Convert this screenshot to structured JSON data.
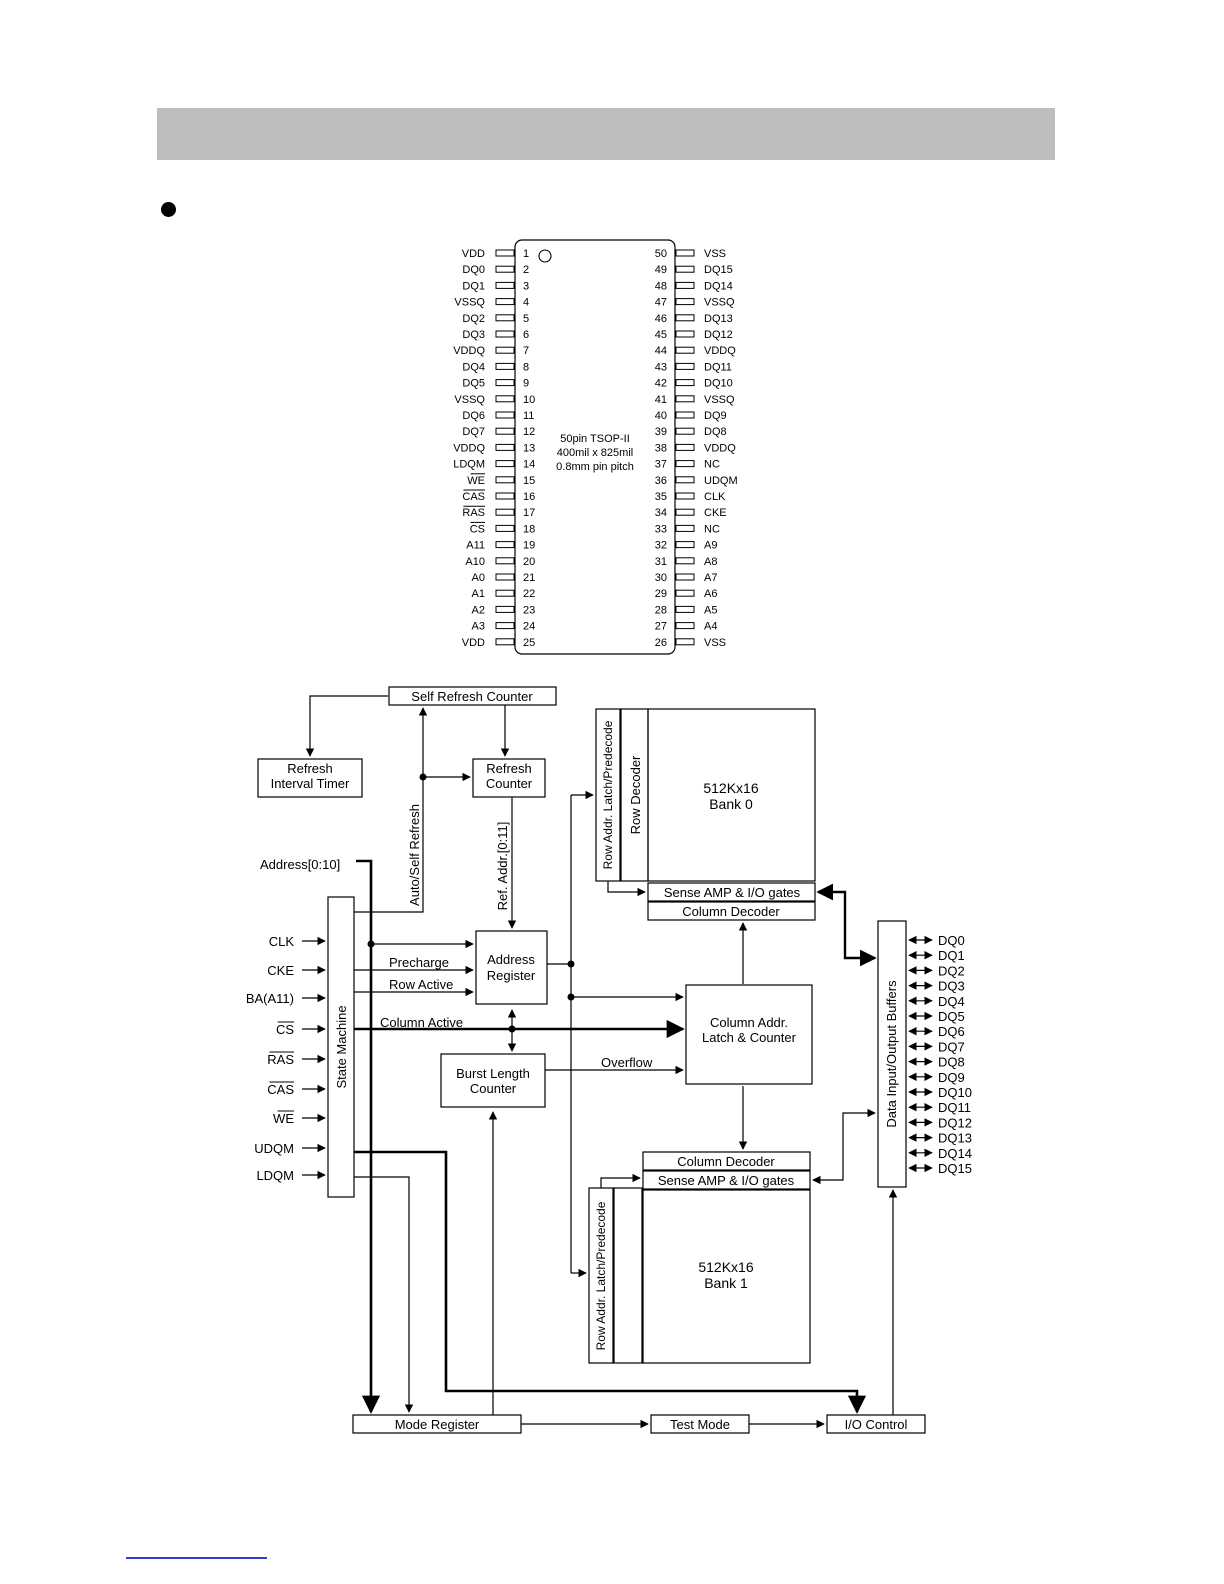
{
  "colors": {
    "header_bar": "#bdbdbd",
    "footer_rule": "#2b3fd6",
    "ink": "#000000"
  },
  "package": {
    "description_lines": [
      "50pin TSOP-II",
      "400mil x 825mil",
      "0.8mm pin pitch"
    ],
    "left_pins": [
      {
        "num": "1",
        "name": "VDD"
      },
      {
        "num": "2",
        "name": "DQ0"
      },
      {
        "num": "3",
        "name": "DQ1"
      },
      {
        "num": "4",
        "name": "VSSQ"
      },
      {
        "num": "5",
        "name": "DQ2"
      },
      {
        "num": "6",
        "name": "DQ3"
      },
      {
        "num": "7",
        "name": "VDDQ"
      },
      {
        "num": "8",
        "name": "DQ4"
      },
      {
        "num": "9",
        "name": "DQ5"
      },
      {
        "num": "10",
        "name": "VSSQ"
      },
      {
        "num": "11",
        "name": "DQ6"
      },
      {
        "num": "12",
        "name": "DQ7"
      },
      {
        "num": "13",
        "name": "VDDQ"
      },
      {
        "num": "14",
        "name": "LDQM"
      },
      {
        "num": "15",
        "name": "WE",
        "overline": true
      },
      {
        "num": "16",
        "name": "CAS",
        "overline": true
      },
      {
        "num": "17",
        "name": "RAS",
        "overline": true
      },
      {
        "num": "18",
        "name": "CS",
        "overline": true
      },
      {
        "num": "19",
        "name": "A11"
      },
      {
        "num": "20",
        "name": "A10"
      },
      {
        "num": "21",
        "name": "A0"
      },
      {
        "num": "22",
        "name": "A1"
      },
      {
        "num": "23",
        "name": "A2"
      },
      {
        "num": "24",
        "name": "A3"
      },
      {
        "num": "25",
        "name": "VDD"
      }
    ],
    "right_pins": [
      {
        "num": "50",
        "name": "VSS"
      },
      {
        "num": "49",
        "name": "DQ15"
      },
      {
        "num": "48",
        "name": "DQ14"
      },
      {
        "num": "47",
        "name": "VSSQ"
      },
      {
        "num": "46",
        "name": "DQ13"
      },
      {
        "num": "45",
        "name": "DQ12"
      },
      {
        "num": "44",
        "name": "VDDQ"
      },
      {
        "num": "43",
        "name": "DQ11"
      },
      {
        "num": "42",
        "name": "DQ10"
      },
      {
        "num": "41",
        "name": "VSSQ"
      },
      {
        "num": "40",
        "name": "DQ9"
      },
      {
        "num": "39",
        "name": "DQ8"
      },
      {
        "num": "38",
        "name": "VDDQ"
      },
      {
        "num": "37",
        "name": "NC"
      },
      {
        "num": "36",
        "name": "UDQM"
      },
      {
        "num": "35",
        "name": "CLK"
      },
      {
        "num": "34",
        "name": "CKE"
      },
      {
        "num": "33",
        "name": "NC"
      },
      {
        "num": "32",
        "name": "A9"
      },
      {
        "num": "31",
        "name": "A8"
      },
      {
        "num": "30",
        "name": "A7"
      },
      {
        "num": "29",
        "name": "A6"
      },
      {
        "num": "28",
        "name": "A5"
      },
      {
        "num": "27",
        "name": "A4"
      },
      {
        "num": "26",
        "name": "VSS"
      }
    ]
  },
  "block_diagram": {
    "blocks": {
      "self_refresh_counter": "Self Refresh Counter",
      "refresh_interval_timer": [
        "Refresh",
        "Interval Timer"
      ],
      "refresh_counter": [
        "Refresh",
        "Counter"
      ],
      "address_register": [
        "Address",
        "Register"
      ],
      "burst_length_counter": [
        "Burst Length",
        "Counter"
      ],
      "column_addr_latch": [
        "Column Addr.",
        "Latch & Counter"
      ],
      "state_machine": "State Machine",
      "data_io_buffers": "Data Input/Output Buffers",
      "mode_register": "Mode Register",
      "test_mode": "Test Mode",
      "io_control": "I/O Control",
      "bank0_row_latch": "Row Addr. Latch/Predecode",
      "bank0_row_decoder": "Row Decoder",
      "bank0_array": [
        "512Kx16",
        "Bank 0"
      ],
      "bank0_sense_amp": "Sense AMP & I/O gates",
      "bank0_column_decoder": "Column Decoder",
      "bank1_column_decoder": "Column Decoder",
      "bank1_sense_amp": "Sense AMP & I/O gates",
      "bank1_row_latch": "Row Addr. Latch/Predecode",
      "bank1_array": [
        "512Kx16",
        "Bank 1"
      ]
    },
    "signal_labels": {
      "auto_self_refresh": "Auto/Self Refresh",
      "ref_addr": "Ref. Addr.[0:11]",
      "address_bus": "Address[0:10]",
      "precharge": "Precharge",
      "row_active": "Row Active",
      "column_active": "Column Active",
      "overflow": "Overflow"
    },
    "control_inputs": [
      {
        "label": "CLK"
      },
      {
        "label": "CKE"
      },
      {
        "label": "BA(A11)"
      },
      {
        "label": "CS",
        "overline": true
      },
      {
        "label": "RAS",
        "overline": true
      },
      {
        "label": "CAS",
        "overline": true
      },
      {
        "label": "WE",
        "overline": true
      },
      {
        "label": "UDQM"
      },
      {
        "label": "LDQM"
      }
    ],
    "dq_pins": [
      "DQ0",
      "DQ1",
      "DQ2",
      "DQ3",
      "DQ4",
      "DQ5",
      "DQ6",
      "DQ7",
      "DQ8",
      "DQ9",
      "DQ10",
      "DQ11",
      "DQ12",
      "DQ13",
      "DQ14",
      "DQ15"
    ]
  }
}
